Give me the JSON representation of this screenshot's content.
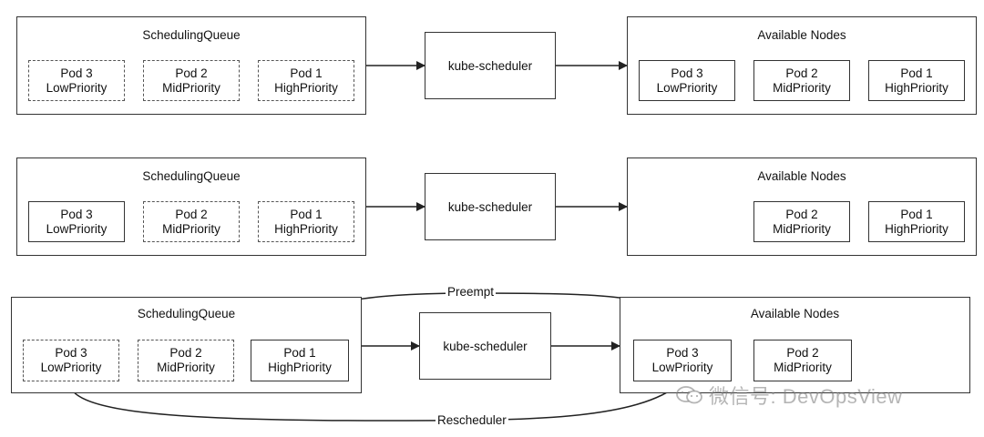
{
  "rows": [
    {
      "queue_title": "SchedulingQueue",
      "queue_pods": [
        {
          "name": "Pod 3",
          "priority": "LowPriority",
          "style": "dashed"
        },
        {
          "name": "Pod 2",
          "priority": "MidPriority",
          "style": "dashed"
        },
        {
          "name": "Pod 1",
          "priority": "HighPriority",
          "style": "dashed"
        }
      ],
      "scheduler": "kube-scheduler",
      "nodes_title": "Available Nodes",
      "node_pods": [
        {
          "name": "Pod 3",
          "priority": "LowPriority",
          "style": "solid"
        },
        {
          "name": "Pod 2",
          "priority": "MidPriority",
          "style": "solid"
        },
        {
          "name": "Pod 1",
          "priority": "HighPriority",
          "style": "solid"
        }
      ]
    },
    {
      "queue_title": "SchedulingQueue",
      "queue_pods": [
        {
          "name": "Pod 3",
          "priority": "LowPriority",
          "style": "solid"
        },
        {
          "name": "Pod 2",
          "priority": "MidPriority",
          "style": "dashed"
        },
        {
          "name": "Pod 1",
          "priority": "HighPriority",
          "style": "dashed"
        }
      ],
      "scheduler": "kube-scheduler",
      "nodes_title": "Available Nodes",
      "node_pods": [
        {
          "name": "Pod 2",
          "priority": "MidPriority",
          "style": "solid"
        },
        {
          "name": "Pod 1",
          "priority": "HighPriority",
          "style": "solid"
        }
      ]
    },
    {
      "queue_title": "SchedulingQueue",
      "queue_pods": [
        {
          "name": "Pod 3",
          "priority": "LowPriority",
          "style": "dashed"
        },
        {
          "name": "Pod 2",
          "priority": "MidPriority",
          "style": "dashed"
        },
        {
          "name": "Pod 1",
          "priority": "HighPriority",
          "style": "solid"
        }
      ],
      "scheduler": "kube-scheduler",
      "nodes_title": "Available Nodes",
      "node_pods": [
        {
          "name": "Pod 3",
          "priority": "LowPriority",
          "style": "solid"
        },
        {
          "name": "Pod 2",
          "priority": "MidPriority",
          "style": "solid"
        }
      ]
    }
  ],
  "edge_labels": {
    "preempt": "Preempt",
    "rescheduler": "Rescheduler"
  },
  "watermark": "微信号: DevOpsView",
  "colors": {
    "stroke": "#333333",
    "background": "#ffffff",
    "watermark": "#8a8a8a"
  }
}
